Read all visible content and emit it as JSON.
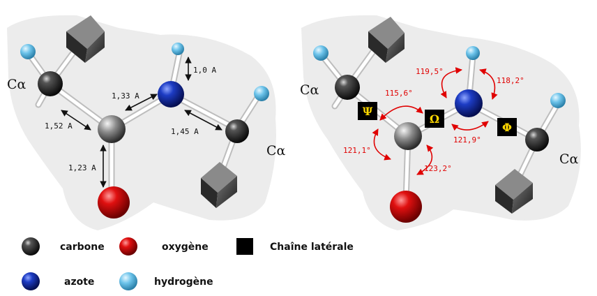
{
  "left_panel": {
    "calpha_left": "Cα",
    "calpha_right": "Cα",
    "distances": {
      "n_h": "1,0 A",
      "c_n": "1,33 A",
      "ca_c": "1,52 A",
      "n_ca": "1,45 A",
      "c_o": "1,23 A"
    }
  },
  "right_panel": {
    "calpha_left": "Cα",
    "calpha_right": "Cα",
    "angles": {
      "hnc": "119,5°",
      "hnca": "118,2°",
      "cacn": "115,6°",
      "cnca": "121,9°",
      "caco": "121,1°",
      "oc_n": "123,2°"
    },
    "torsions": {
      "psi": "Ψ",
      "omega": "Ω",
      "phi": "Φ"
    }
  },
  "legend": {
    "carbon": "carbone",
    "oxygen": "oxygène",
    "side_chain": "Chaîne latérale",
    "nitrogen": "azote",
    "hydrogen": "hydrogène"
  },
  "colors": {
    "carbon": "#1a1a1a",
    "oxygen": "#e01010",
    "nitrogen": "#0a1a8a",
    "hydrogen": "#6cc3ea",
    "angle_red": "#e00000",
    "torsion_box": "#000000",
    "torsion_text": "#ffd800"
  }
}
